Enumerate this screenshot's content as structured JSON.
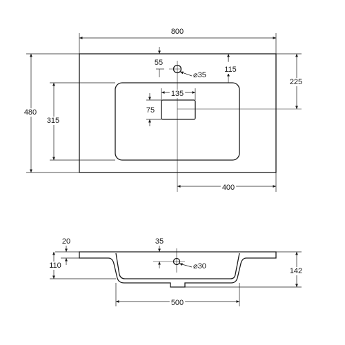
{
  "top_view": {
    "width": "800",
    "depth": "480",
    "bowl_depth": "315",
    "tap_hole_offset": "55",
    "tap_hole_diameter": "⌀35",
    "tap_hole_from_back": "115",
    "drain_from_back": "225",
    "overflow_width": "135",
    "overflow_height": "75",
    "drain_to_side": "400"
  },
  "side_view": {
    "rim_thickness": "20",
    "bowl_height": "110",
    "overflow_offset": "35",
    "overflow_diameter": "⌀30",
    "total_height": "142",
    "bowl_width": "500"
  }
}
